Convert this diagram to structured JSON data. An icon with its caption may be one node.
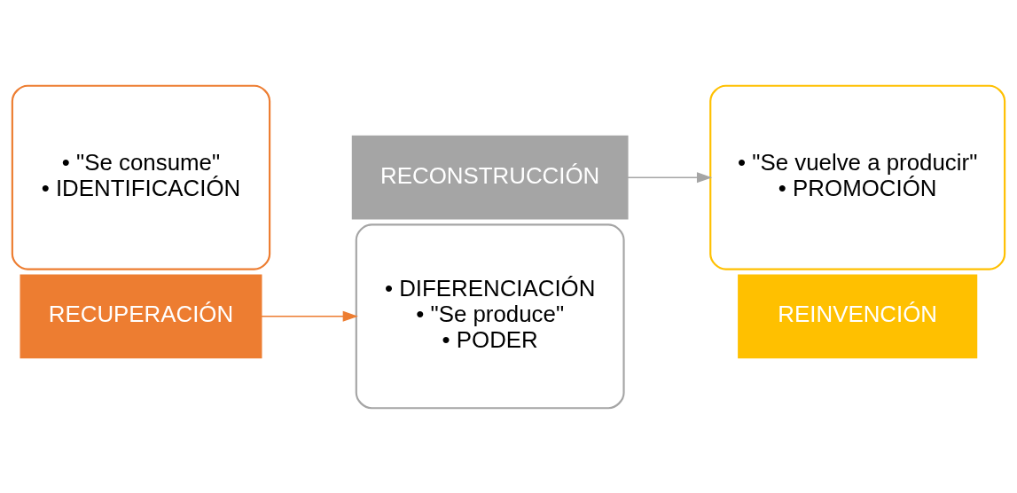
{
  "diagram": {
    "nodes": [
      {
        "text": [
          "• \"Se consume\"",
          "• IDENTIFICACIÓN"
        ]
      },
      {
        "text": [
          "RECUPERACIÓN"
        ]
      },
      {
        "text": [
          "RECONSTRUCCIÓN"
        ]
      },
      {
        "text": [
          "• DIFERENCIACIÓN",
          "• \"Se produce\"",
          "• PODER"
        ]
      },
      {
        "text": [
          "• \"Se vuelve a producir\"",
          "• PROMOCIÓN"
        ]
      },
      {
        "text": [
          "REINVENCIÓN"
        ]
      }
    ],
    "edges": [
      {
        "from": 1,
        "to": 3,
        "arrow": "to",
        "color": "#ed7d31"
      },
      {
        "from": 2,
        "to": 4,
        "arrow": "to",
        "color": "#a5a5a5"
      }
    ]
  }
}
